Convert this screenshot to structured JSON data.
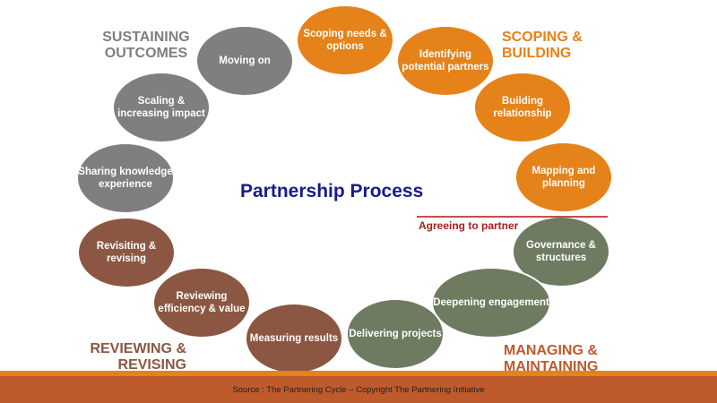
{
  "title": "Partnership Process",
  "agreeing": "Agreeing to partner",
  "phases": {
    "scoping": "SCOPING & BUILDING",
    "managing": "MANAGING & MAINTAINING",
    "reviewing": "REVIEWING & REVISING",
    "sustaining": "SUSTAINING OUTCOMES"
  },
  "nodes": [
    "Scoping needs & options",
    "Identifying potential partners",
    "Building relationship",
    "Mapping and planning",
    "Governance & structures",
    "Deepening engagement",
    "Delivering projects",
    "Measuring results",
    "Reviewing efficiency & value",
    "Revisiting & revising",
    "Sharing knowledge experience",
    "Scaling & increasing impact",
    "Moving on"
  ],
  "footer": "Source : The Partnering Cycle – Copyright The Partnering Initiative",
  "colors": {
    "scoping": "#E5821A",
    "managing": "#6E7B60",
    "reviewing": "#8B5742",
    "sustaining": "#7F7F7F"
  }
}
